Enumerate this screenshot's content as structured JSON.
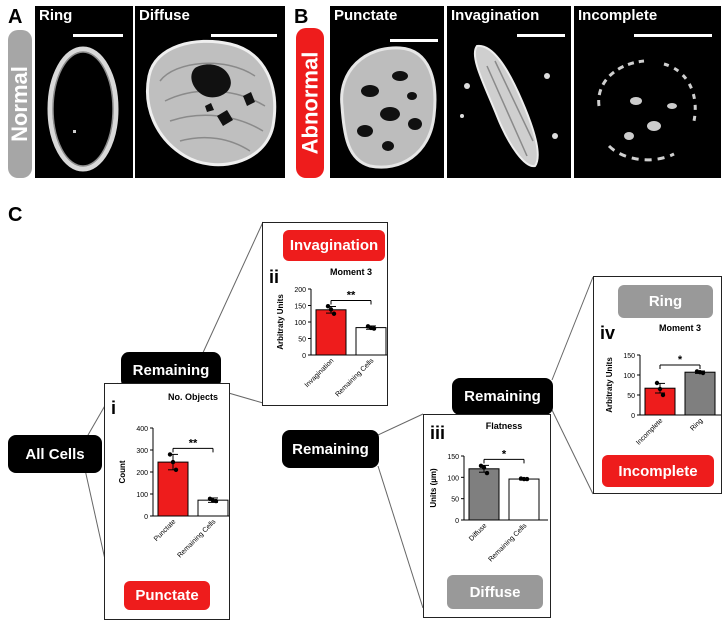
{
  "panel_a": {
    "letter": "A",
    "group_label": "Normal",
    "group_color": "#a6a6a6",
    "images": [
      {
        "label": "Ring",
        "pattern": "ring"
      },
      {
        "label": "Diffuse",
        "pattern": "diffuse"
      }
    ]
  },
  "panel_b": {
    "letter": "B",
    "group_label": "Abnormal",
    "group_color": "#ee1c1c",
    "images": [
      {
        "label": "Punctate",
        "pattern": "punctate"
      },
      {
        "label": "Invagination",
        "pattern": "invagination"
      },
      {
        "label": "Incomplete",
        "pattern": "incomplete"
      }
    ]
  },
  "panel_c": {
    "letter": "C",
    "nodes": {
      "all_cells": "All Cells",
      "remaining_1": "Remaining",
      "remaining_2": "Remaining",
      "remaining_3": "Remaining"
    },
    "colors": {
      "red": "#ee1c1c",
      "gray": "#999999",
      "dark_gray": "#7f7f7f",
      "black": "#000000"
    }
  },
  "chart_data": [
    {
      "id": "i",
      "type": "bar",
      "title": "No. Objects",
      "ylabel": "Count",
      "categories": [
        "Punctate",
        "Remaining Cells"
      ],
      "values": [
        245,
        72
      ],
      "errors": [
        35,
        10
      ],
      "points": [
        [
          280,
          245,
          210
        ],
        [
          78,
          70,
          68
        ]
      ],
      "ylim": [
        0,
        400
      ],
      "yticks": [
        0,
        100,
        200,
        300,
        400
      ],
      "bar_colors": [
        "#ee1c1c",
        "#ffffff"
      ],
      "significance": "**",
      "result_label": "Punctate",
      "result_color": "#ee1c1c"
    },
    {
      "id": "ii",
      "type": "bar",
      "title": "Moment 3",
      "ylabel": "Arbitraty Units",
      "categories": [
        "Invagination",
        "Remaining Cells"
      ],
      "values": [
        137,
        83
      ],
      "errors": [
        10,
        5
      ],
      "points": [
        [
          148,
          138,
          125
        ],
        [
          87,
          82,
          80
        ]
      ],
      "ylim": [
        0,
        200
      ],
      "yticks": [
        0,
        50,
        100,
        150,
        200
      ],
      "bar_colors": [
        "#ee1c1c",
        "#ffffff"
      ],
      "significance": "**",
      "result_label": "Invagination",
      "result_color": "#ee1c1c"
    },
    {
      "id": "iii",
      "type": "bar",
      "title": "Flatness",
      "ylabel": "Units (µm)",
      "categories": [
        "Diffuse",
        "Remaining Cells"
      ],
      "values": [
        120,
        96
      ],
      "errors": [
        8,
        2
      ],
      "points": [
        [
          127,
          123,
          110
        ],
        [
          97,
          96,
          96
        ]
      ],
      "ylim": [
        0,
        150
      ],
      "yticks": [
        0,
        50,
        100,
        150
      ],
      "bar_colors": [
        "#7f7f7f",
        "#ffffff"
      ],
      "significance": "*",
      "result_label": "Diffuse",
      "result_color": "#999999"
    },
    {
      "id": "iv",
      "type": "bar",
      "title": "Moment 3",
      "ylabel": "Arbitraty Units",
      "categories": [
        "Incomplete",
        "Ring"
      ],
      "values": [
        67,
        107
      ],
      "errors": [
        12,
        3
      ],
      "points": [
        [
          80,
          65,
          50
        ],
        [
          109,
          107,
          105
        ]
      ],
      "ylim": [
        0,
        150
      ],
      "yticks": [
        0,
        50,
        100,
        150
      ],
      "bar_colors": [
        "#ee1c1c",
        "#7f7f7f"
      ],
      "significance": "*",
      "top_label": "Ring",
      "top_color": "#999999",
      "result_label": "Incomplete",
      "result_color": "#ee1c1c"
    }
  ]
}
